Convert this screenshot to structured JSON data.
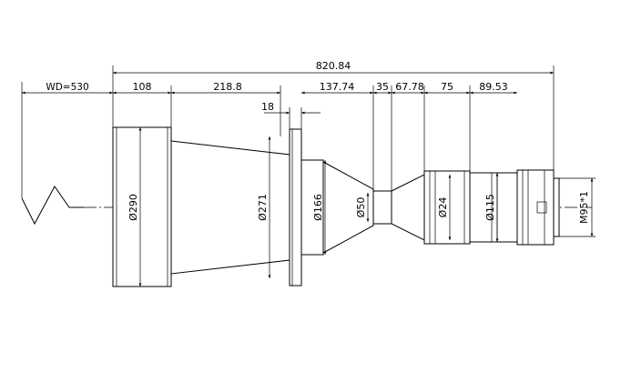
{
  "dimensions": {
    "total_length": "820.84",
    "working_distance": "WD=530",
    "seg_front_barrel": "108",
    "seg_cone": "218.8",
    "seg_flange": "18",
    "seg_mid_cone": "137.74",
    "seg_waist": "35",
    "seg_taper": "67.78",
    "seg_body_a": "75",
    "seg_body_b": "89.53"
  },
  "diameters": {
    "d_front": "Ø290",
    "d_cone": "Ø271",
    "d_mid": "Ø166",
    "d_waist": "Ø50",
    "d_body": "Ø24",
    "d_rear": "Ø115",
    "thread": "M95*1"
  }
}
